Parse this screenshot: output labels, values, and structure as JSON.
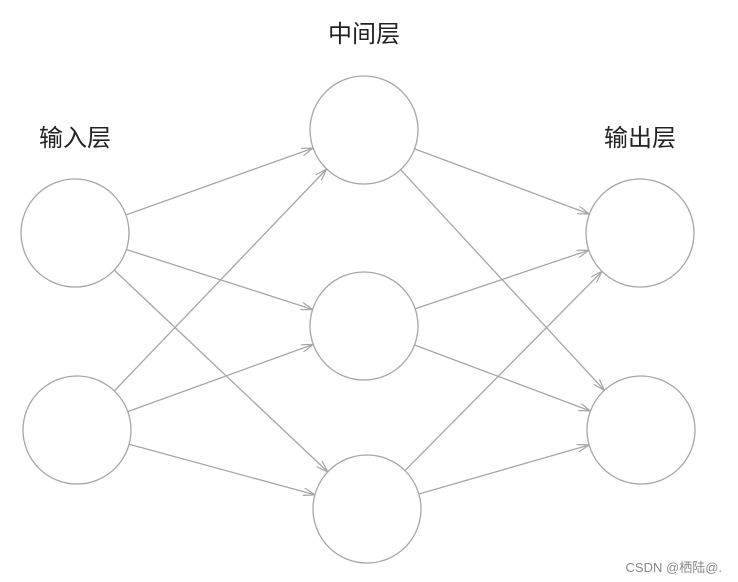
{
  "labels": {
    "input_layer": "输入层",
    "hidden_layer": "中间层",
    "output_layer": "输出层"
  },
  "watermark": "CSDN @栖陆@.",
  "colors": {
    "node_stroke": "#a6a6a6",
    "edge_stroke": "#a6a6a6",
    "label_text": "#222222",
    "watermark_text": "#888888",
    "background": "#ffffff"
  },
  "network": {
    "layers": [
      {
        "id": "input",
        "node_count": 2
      },
      {
        "id": "hidden",
        "node_count": 3
      },
      {
        "id": "output",
        "node_count": 2
      }
    ],
    "connections": "fully-connected-forward"
  }
}
